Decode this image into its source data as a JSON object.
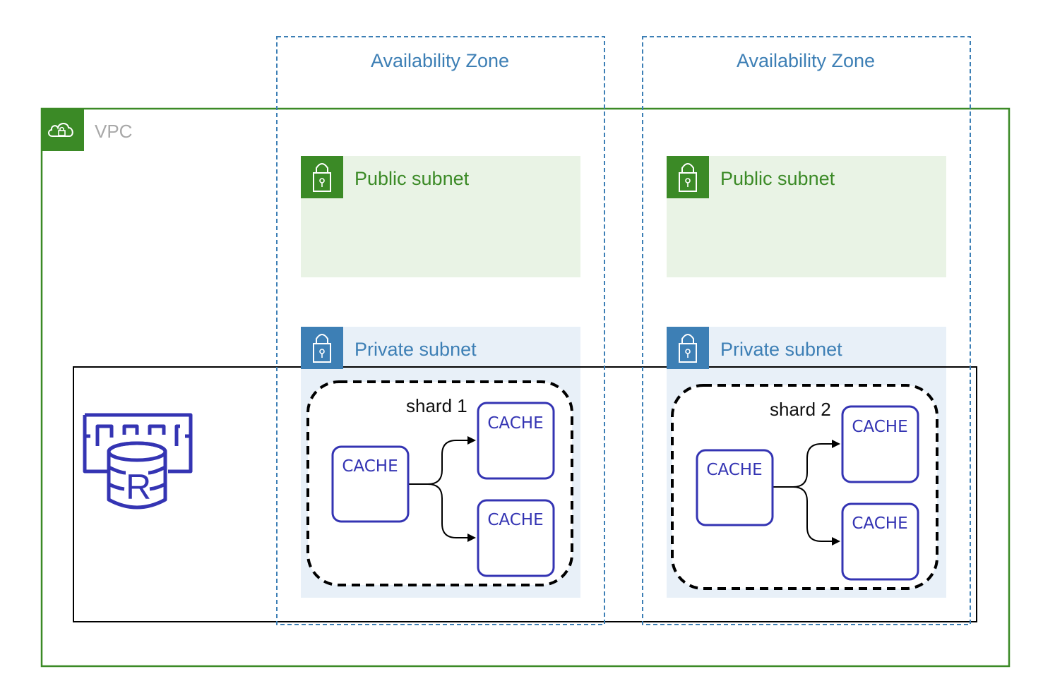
{
  "availability_zones": [
    {
      "label": "Availability Zone"
    },
    {
      "label": "Availability Zone"
    }
  ],
  "vpc": {
    "label": "VPC",
    "color": "#3b8a26",
    "icon": "cloud-lock-icon"
  },
  "subnets": {
    "public": [
      {
        "label": "Public subnet"
      },
      {
        "label": "Public subnet"
      }
    ],
    "private": [
      {
        "label": "Private subnet"
      },
      {
        "label": "Private subnet"
      }
    ]
  },
  "shards": [
    {
      "label": "shard 1",
      "primary": "CACHE",
      "replicas": [
        "CACHE",
        "CACHE"
      ]
    },
    {
      "label": "shard 2",
      "primary": "CACHE",
      "replicas": [
        "CACHE",
        "CACHE"
      ]
    }
  ],
  "service_icon": {
    "name": "elasticache-redis-icon",
    "letter": "R",
    "color": "#3434b3"
  },
  "colors": {
    "az_border": "#3d7fb5",
    "public_fill": "#e9f3e5",
    "private_fill": "#e8f0f8",
    "public_icon": "#3b8a26",
    "private_icon": "#3d7fb5",
    "cache": "#3434b3"
  }
}
